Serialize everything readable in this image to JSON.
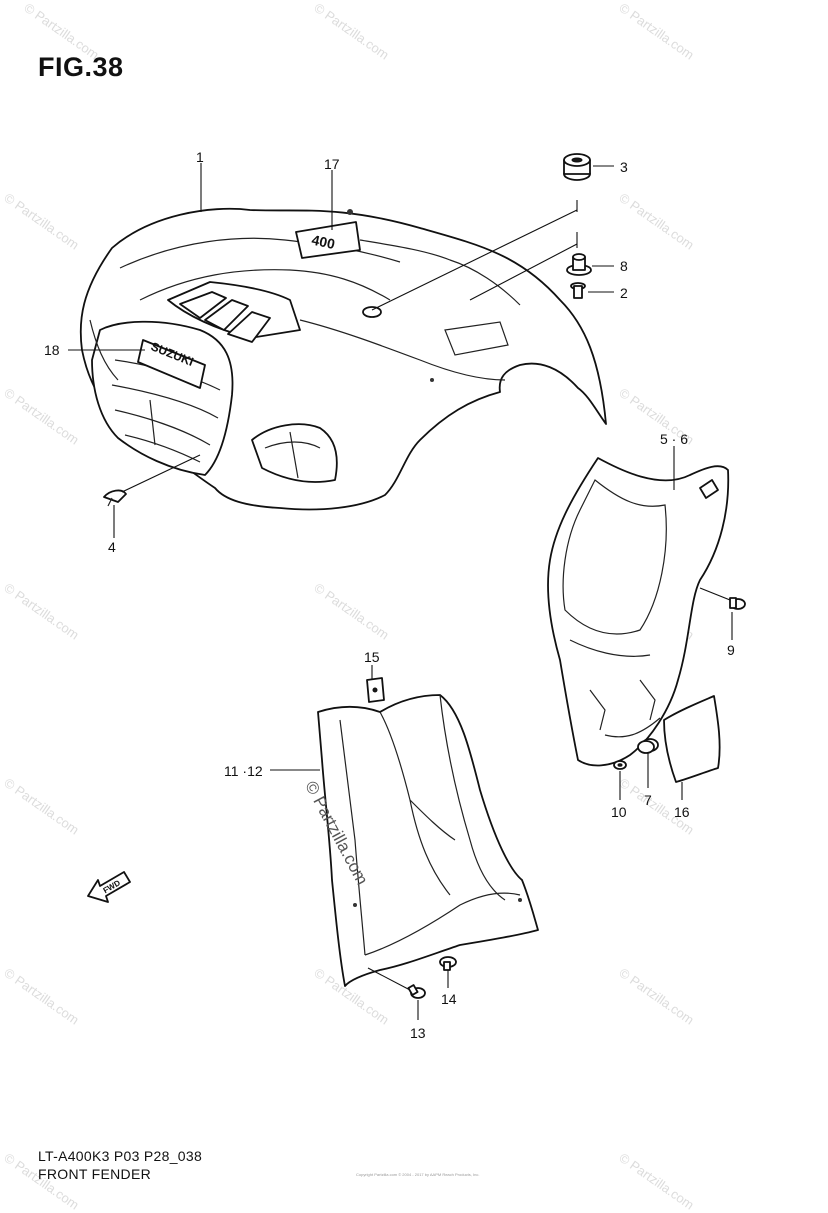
{
  "figure_title": "FIG.38",
  "callouts": [
    {
      "id": "c1",
      "label": "1"
    },
    {
      "id": "c17",
      "label": "17"
    },
    {
      "id": "c3",
      "label": "3"
    },
    {
      "id": "c8",
      "label": "8"
    },
    {
      "id": "c2",
      "label": "2"
    },
    {
      "id": "c18",
      "label": "18"
    },
    {
      "id": "c4",
      "label": "4"
    },
    {
      "id": "c56",
      "label": "5 · 6"
    },
    {
      "id": "c9",
      "label": "9"
    },
    {
      "id": "c15",
      "label": "15"
    },
    {
      "id": "c1112",
      "label": "11 ·12"
    },
    {
      "id": "c10",
      "label": "10"
    },
    {
      "id": "c7",
      "label": "7"
    },
    {
      "id": "c16",
      "label": "16"
    },
    {
      "id": "c14",
      "label": "14"
    },
    {
      "id": "c13",
      "label": "13"
    }
  ],
  "emblem_text": "SUZUKI",
  "decal_text": "400",
  "fwd_text": "FWD",
  "watermark_text": "© Partzilla.com",
  "center_watermark": "© Partzilla.com",
  "copyright_text": "Copyright Partzilla.com © 2004 - 2017 by AAPM Reach Products, Inc.",
  "footer": {
    "model_code": "LT-A400K3 P03 P28_038",
    "section_name": "FRONT FENDER"
  }
}
